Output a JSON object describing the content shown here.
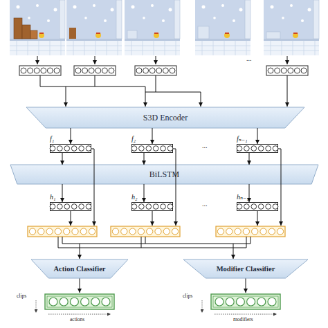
{
  "diagram": {
    "nodes": [
      {
        "text": [
          "S3D Encoder"
        ]
      },
      {
        "text": [
          "f₁"
        ]
      },
      {
        "text": [
          "f₂"
        ]
      },
      {
        "text": [
          "fₙ₋₁"
        ]
      },
      {
        "text": [
          "BiLSTM"
        ]
      },
      {
        "text": [
          "h₁"
        ]
      },
      {
        "text": [
          "h₂"
        ]
      },
      {
        "text": [
          "hₙ₋₁"
        ]
      },
      {
        "text": [
          "Action Classifier"
        ]
      },
      {
        "text": [
          "Modifier Classifier"
        ]
      }
    ],
    "edges": [
      {
        "from": 0,
        "to": 1,
        "arrow": "to"
      },
      {
        "from": 0,
        "to": 2,
        "arrow": "to"
      },
      {
        "from": 0,
        "to": 3,
        "arrow": "to"
      },
      {
        "from": 1,
        "to": 4,
        "arrow": "to"
      },
      {
        "from": 2,
        "to": 4,
        "arrow": "to"
      },
      {
        "from": 3,
        "to": 4,
        "arrow": "to"
      },
      {
        "from": 4,
        "to": 5,
        "arrow": "to"
      },
      {
        "from": 4,
        "to": 6,
        "arrow": "to"
      },
      {
        "from": 4,
        "to": 7,
        "arrow": "to"
      }
    ],
    "labels": [
      "...",
      "...",
      "...",
      "clips",
      "actions",
      "clips",
      "modifiers"
    ]
  }
}
